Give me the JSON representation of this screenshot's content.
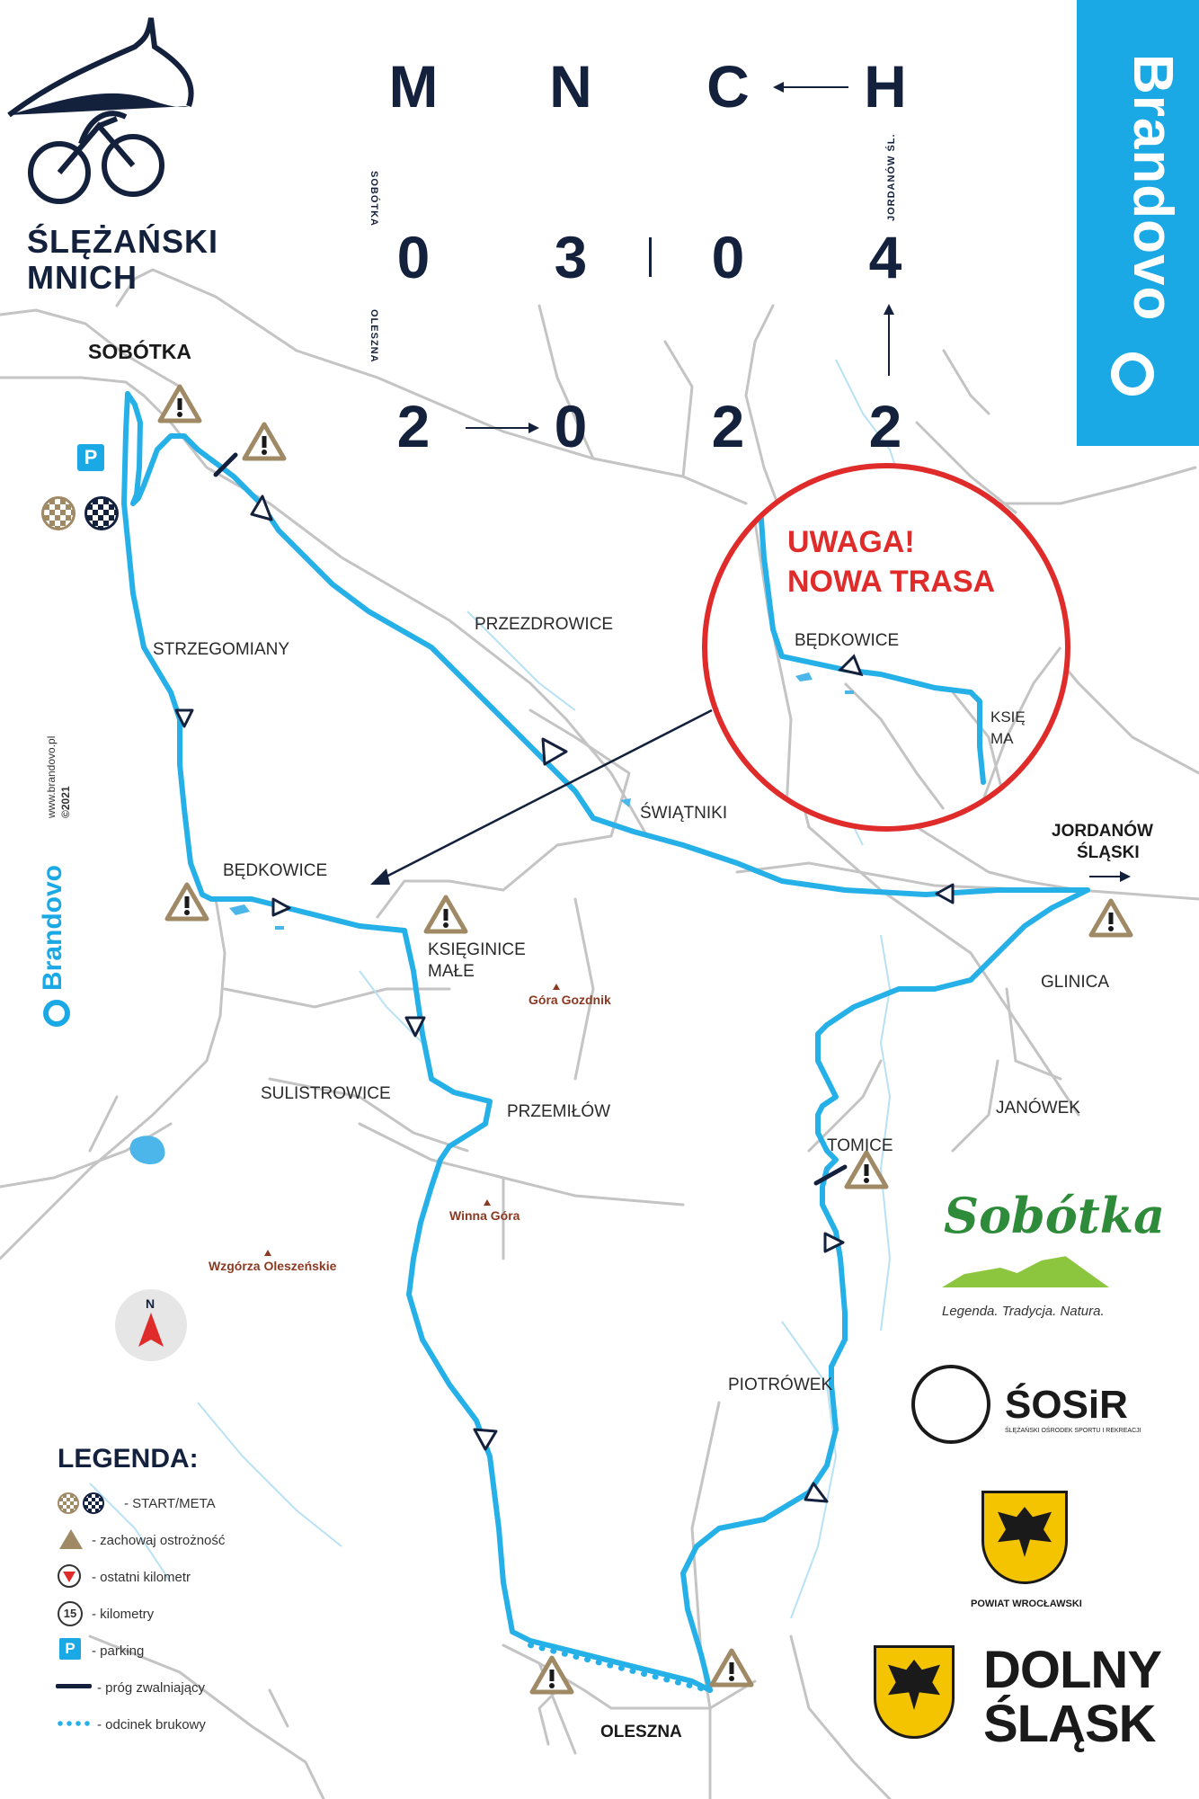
{
  "header": {
    "logo_line1": "ŚLĘŻAŃSKI",
    "logo_line2": "MNICH",
    "row1": [
      "M",
      "N",
      "C",
      "H"
    ],
    "row2": [
      "0",
      "3",
      "0",
      "4"
    ],
    "row3": [
      "2",
      "0",
      "2",
      "2"
    ],
    "vert_left_top": "SOBÓTKA",
    "vert_left_bottom": "OLESZNA",
    "vert_right": "JORDANÓW ŚL."
  },
  "sponsor_bar": {
    "name": "Brandovo",
    "color": "#1ba9e6"
  },
  "side_credit": {
    "url": "www.brandovo.pl",
    "year": "©2021",
    "name": "Brandovo"
  },
  "callout": {
    "line1": "UWAGA!",
    "line2": "NOWA TRASA",
    "color": "#e02b2b"
  },
  "places": {
    "sobotka": "SOBÓTKA",
    "strzegomiany": "STRZEGOMIANY",
    "przezdrowice": "PRZEZDROWICE",
    "bedkowice": "BĘDKOWICE",
    "bedkowice_inset": "BĘDKOWICE",
    "ksieg_inset1": "KSIĘ",
    "ksieg_inset2": "MA",
    "swiatniki": "ŚWIĄTNIKI",
    "ksieginice1": "KSIĘGINICE",
    "ksieginice2": "MAŁE",
    "jordanow1": "JORDANÓW",
    "jordanow2": "ŚLĄSKI",
    "glinica": "GLINICA",
    "sulistrowice": "SULISTROWICE",
    "przemilow": "PRZEMIŁÓW",
    "janowek": "JANÓWEK",
    "tomice": "TOMICE",
    "piotrowek": "PIOTRÓWEK",
    "oleszna": "OLESZNA"
  },
  "peaks": {
    "gozdnik": "Góra Gozdnik",
    "winna": "Winna Góra",
    "wzgorza": "Wzgórza Oleszeńskie"
  },
  "compass": "N",
  "legend": {
    "title": "LEGENDA:",
    "items": [
      "- START/META",
      "- zachowaj ostrożność",
      "- ostatni kilometr",
      "- kilometry",
      "- parking",
      "- próg zwalniający",
      "- odcinek brukowy"
    ],
    "km_badge": "15",
    "parking_badge": "P"
  },
  "parking_label": "P",
  "sponsors": {
    "sobotka_logo": "Sobótka",
    "sobotka_tagline": "Legenda. Tradycja. Natura.",
    "sosir": "ŚOSiR",
    "sosir_sub": "ŚLĘŻAŃSKI OŚRODEK SPORTU I REKREACJI",
    "powiat": "POWIAT WROCŁAWSKI",
    "dolny1": "DOLNY",
    "dolny2": "ŚLĄSK"
  },
  "colors": {
    "route": "#26b0e8",
    "navy": "#14213d",
    "warning": "#a08a66",
    "roads": "#bdbdbd",
    "water": "#4cb6ea"
  }
}
